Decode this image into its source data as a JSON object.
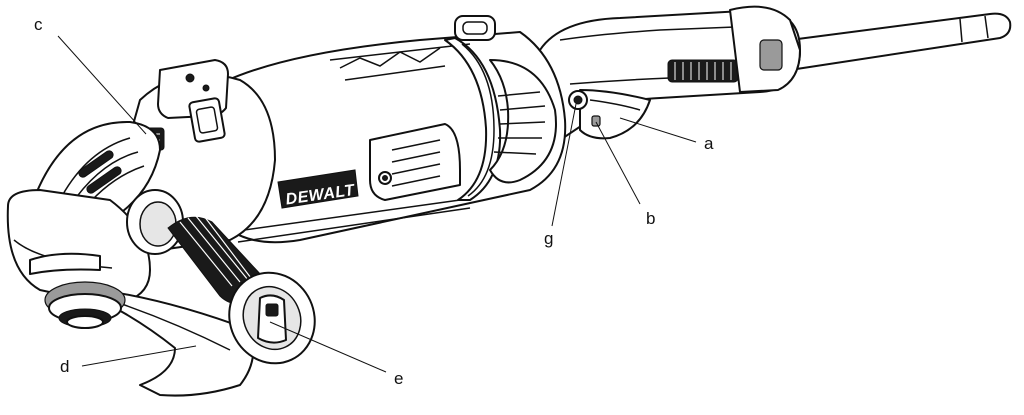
{
  "figure": {
    "brand_text": "DEWALT",
    "labels": {
      "a": "a",
      "b": "b",
      "c": "c",
      "d": "d",
      "e": "e",
      "g": "g"
    }
  }
}
